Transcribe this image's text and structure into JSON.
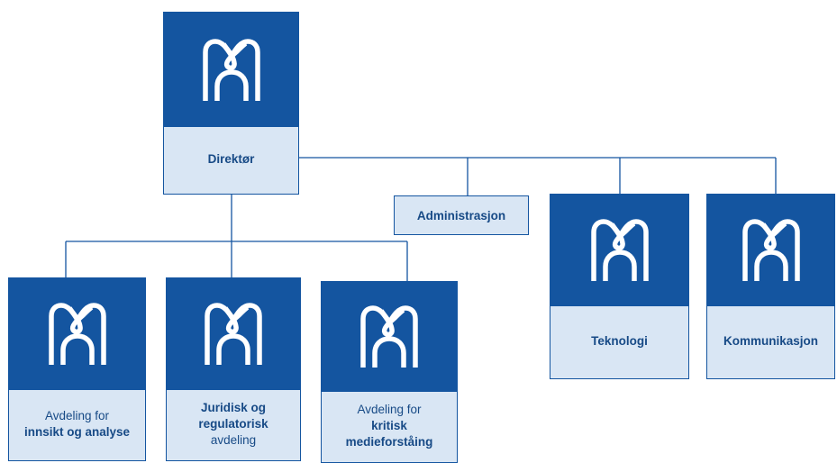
{
  "colors": {
    "primary": "#1455a0",
    "light": "#d9e6f4",
    "text": "#174a86",
    "line": "#1455a0"
  },
  "logo_icon": "mt-logo-icon",
  "director": {
    "label": "Direktør"
  },
  "administration": {
    "label": "Administrasjon"
  },
  "technology": {
    "label": "Teknologi"
  },
  "communication": {
    "label": "Kommunikasjon"
  },
  "insight": {
    "line1": "Avdeling for",
    "line2": "innsikt og analyse"
  },
  "legal": {
    "line1": "Juridisk og",
    "line2": "regulatorisk",
    "line3": "avdeling"
  },
  "media": {
    "line1": "Avdeling for",
    "line2": "kritisk",
    "line3": "medieforståing"
  }
}
